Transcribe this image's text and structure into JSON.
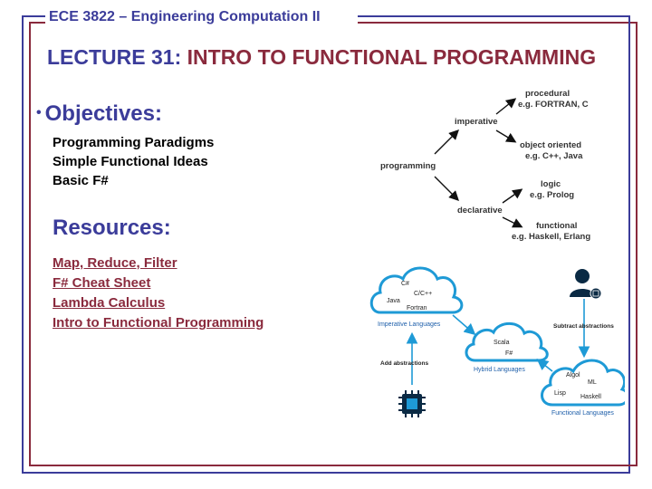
{
  "header": {
    "course": "ECE 3822 – Engineering Computation II",
    "lecture_prefix": "LECTURE 31:",
    "lecture_topic": "INTRO TO FUNCTIONAL PROGRAMMING"
  },
  "objectives": {
    "heading": "Objectives:",
    "items": [
      "Programming Paradigms",
      "Simple Functional Ideas",
      "Basic F#"
    ]
  },
  "resources": {
    "heading": "Resources:",
    "links": [
      "Map, Reduce, Filter",
      "F# Cheat Sheet",
      "Lambda Calculus",
      "Intro to Functional Programming"
    ]
  },
  "paradigm_tree": {
    "root": "programming",
    "imperative": "imperative",
    "declarative": "declarative",
    "procedural": "procedural",
    "procedural_eg": "e.g. FORTRAN, C",
    "oo": "object oriented",
    "oo_eg": "e.g. C++, Java",
    "logic": "logic",
    "logic_eg": "e.g. Prolog",
    "functional": "functional",
    "functional_eg": "e.g. Haskell, Erlang"
  },
  "clouds": {
    "imperative": {
      "label": "Imperative Languages",
      "langs": [
        "C#",
        "C/C++",
        "Java",
        "Fortran"
      ]
    },
    "hybrid": {
      "label": "Hybrid Languages",
      "langs": [
        "Scala",
        "F#"
      ]
    },
    "functional": {
      "label": "Functional Languages",
      "langs": [
        "Algol",
        "ML",
        "Lisp",
        "Haskell"
      ]
    },
    "add_label": "Add abstractions",
    "subtract_label": "Subtract abstractions"
  },
  "colors": {
    "blue": "#3b3c9a",
    "red": "#8a2a3d",
    "cloud": "#1e9ad6"
  }
}
